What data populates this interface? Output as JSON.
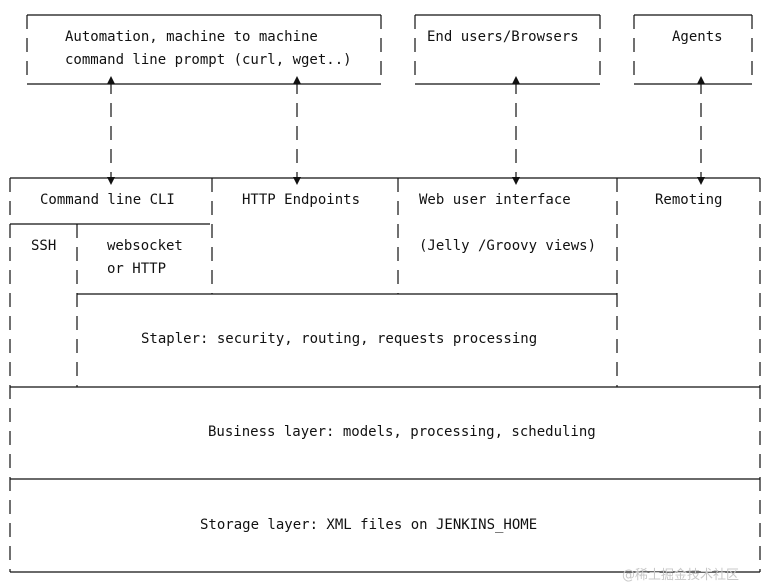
{
  "top_boxes": {
    "automation": {
      "line1": "Automation, machine to machine",
      "line2": "command line prompt (curl, wget..)"
    },
    "end_users": "End users/Browsers",
    "agents": "Agents"
  },
  "columns": {
    "cli": "Command line CLI",
    "ssh": "SSH",
    "websocket": {
      "line1": "websocket",
      "line2": "or HTTP"
    },
    "http_endpoints": "HTTP Endpoints",
    "web_ui": "Web user interface",
    "web_ui_sub": "(Jelly /Groovy views)",
    "remoting": "Remoting"
  },
  "layers": {
    "stapler": "Stapler: security, routing, requests processing",
    "business": "Business layer: models, processing, scheduling",
    "storage": "Storage layer: XML files on JENKINS_HOME"
  },
  "watermark": "@稀土掘金技术社区",
  "colors": {
    "line": "#111111",
    "text": "#111111",
    "background": "#ffffff"
  }
}
